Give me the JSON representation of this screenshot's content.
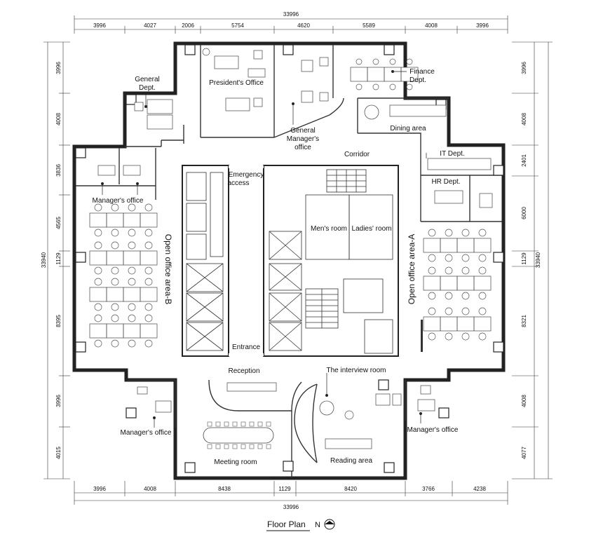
{
  "dimensions": {
    "top_total": "33996",
    "top_segments": [
      "3996",
      "4027",
      "2006",
      "5754",
      "4620",
      "5589",
      "4008",
      "3996"
    ],
    "bottom_segments": [
      "3996",
      "4008",
      "8438",
      "1129",
      "8420",
      "3766",
      "4238"
    ],
    "bottom_total": "33996",
    "left_segments": [
      "3996",
      "4008",
      "3836",
      "4565",
      "1129",
      "8395",
      "3996",
      "4015"
    ],
    "left_total": "33940",
    "right_segments": [
      "3996",
      "4008",
      "2401",
      "6000",
      "1129",
      "8321",
      "4008",
      "4077"
    ],
    "right_total": "33940"
  },
  "rooms": {
    "president_office": "President's Office",
    "general_dept": [
      "General",
      "Dept."
    ],
    "general_manager_office": [
      "General",
      "Manager's",
      "office"
    ],
    "finance_dept": [
      "Finance",
      "Dept."
    ],
    "dining_area": "Dining area",
    "corridor": "Corridor",
    "it_dept": "IT Dept.",
    "hr_dept": "HR Dept.",
    "emergency_access": [
      "Emergency",
      "access"
    ],
    "managers_office_nw": "Manager's office",
    "mens_room": "Men's room",
    "ladies_room": "Ladies' room",
    "open_office_a": "Open office area-A",
    "open_office_b": "Open office area-B",
    "entrance": "Entrance",
    "reception": "Reception",
    "interview_room": "The interview room",
    "managers_office_sw": "Manager's office",
    "managers_office_se": "Manager's office",
    "meeting_room": "Meeting room",
    "reading_area": "Reading area"
  },
  "title": {
    "label": "Floor Plan",
    "north": "N"
  }
}
